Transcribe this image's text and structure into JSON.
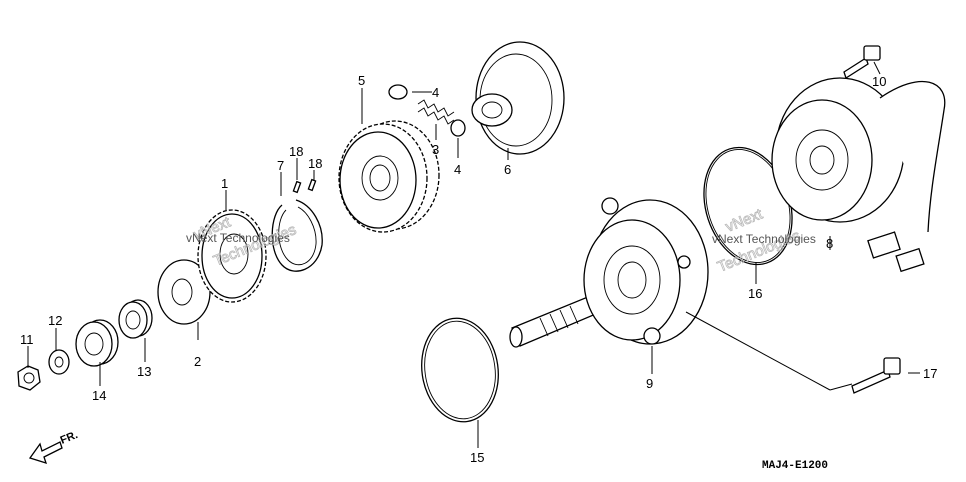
{
  "callouts": {
    "p1": "1",
    "p2": "2",
    "p3": "3",
    "p4a": "4",
    "p4b": "4",
    "p5": "5",
    "p6": "6",
    "p7": "7",
    "p8": "8",
    "p9": "9",
    "p10": "10",
    "p11": "11",
    "p12": "12",
    "p13": "13",
    "p14": "14",
    "p15": "15",
    "p16": "16",
    "p17": "17",
    "p18a": "18",
    "p18b": "18"
  },
  "diagram_code": "MAJ4-E1200",
  "direction_label": "FR.",
  "watermarks": {
    "w1a": "vNext",
    "w1b": "Technologies",
    "w2a": "vNext",
    "w2b": "Technologies",
    "w3": "vNext Technologies",
    "w4": "vNext Technologies"
  }
}
